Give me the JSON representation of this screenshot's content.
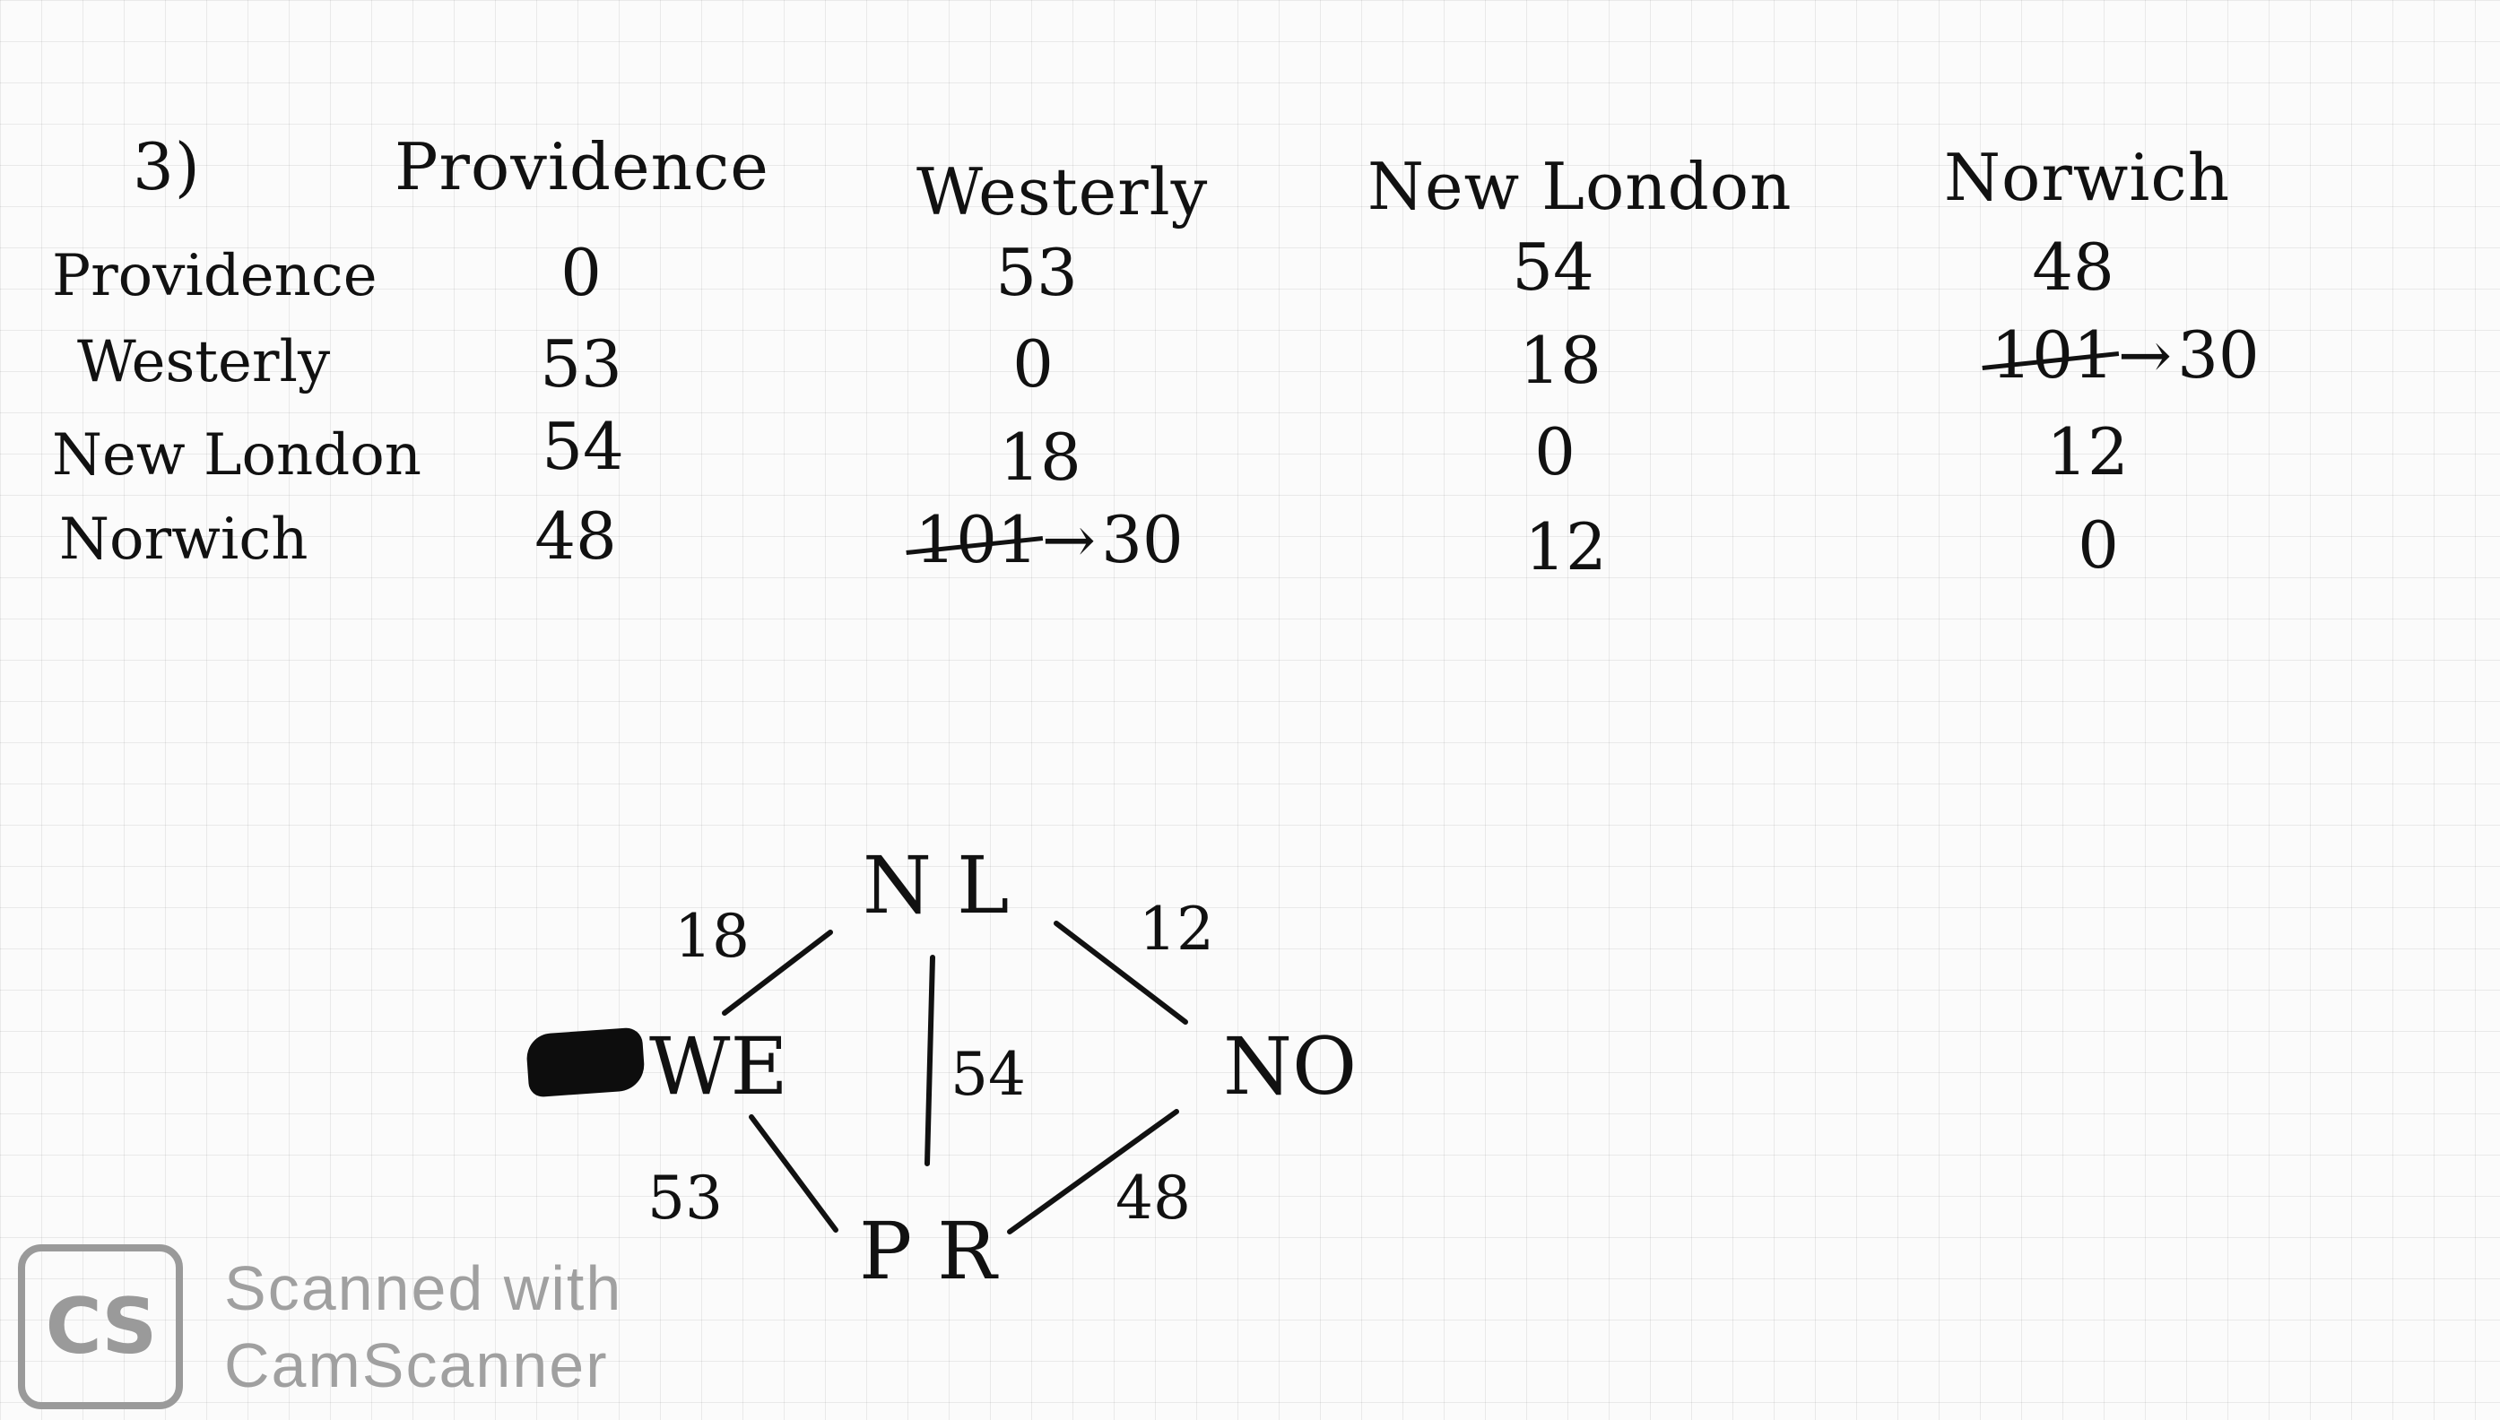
{
  "problem_label": "3)",
  "columns": [
    "Providence",
    "Westerly",
    "New London",
    "Norwich"
  ],
  "rows": [
    {
      "label": "Providence",
      "cells": [
        {
          "value": "0"
        },
        {
          "value": "53"
        },
        {
          "value": "54"
        },
        {
          "value": "48"
        }
      ]
    },
    {
      "label": "Westerly",
      "cells": [
        {
          "value": "53"
        },
        {
          "value": "0"
        },
        {
          "value": "18"
        },
        {
          "struck": "101",
          "value": "30"
        }
      ]
    },
    {
      "label": "New London",
      "cells": [
        {
          "value": "54"
        },
        {
          "value": "18"
        },
        {
          "value": "0"
        },
        {
          "value": "12"
        }
      ]
    },
    {
      "label": "Norwich",
      "cells": [
        {
          "value": "48"
        },
        {
          "struck": "101",
          "value": "30"
        },
        {
          "value": "12"
        },
        {
          "value": "0"
        }
      ]
    }
  ],
  "graph": {
    "nodes": {
      "nl": "N L",
      "we": "WE",
      "no": "NO",
      "pr": "P R"
    },
    "edges": {
      "we_nl": "18",
      "nl_no": "12",
      "nl_pr": "54",
      "we_pr": "53",
      "pr_no": "48"
    }
  },
  "watermark": {
    "logo": "CS",
    "line1": "Scanned with",
    "line2": "CamScanner"
  }
}
